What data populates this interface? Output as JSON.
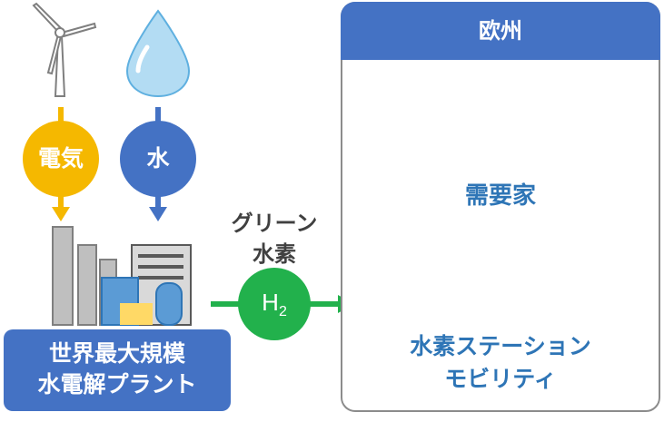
{
  "inputs": {
    "electricity_label": "電気",
    "water_label": "水"
  },
  "plant": {
    "line1": "世界最大規模",
    "line2": "水電解プラント"
  },
  "flow": {
    "green_line1": "グリーン",
    "green_line2": "水素",
    "h2_symbol": "H",
    "h2_subscript": "2"
  },
  "europe": {
    "title": "欧州",
    "demand_label": "需要家",
    "station_line1": "水素ステーション",
    "station_line2": "モビリティ"
  },
  "colors": {
    "electricity": "#f5b800",
    "water": "#4472c4",
    "hydrogen": "#22b14c",
    "accent_blue": "#2e75b6"
  }
}
